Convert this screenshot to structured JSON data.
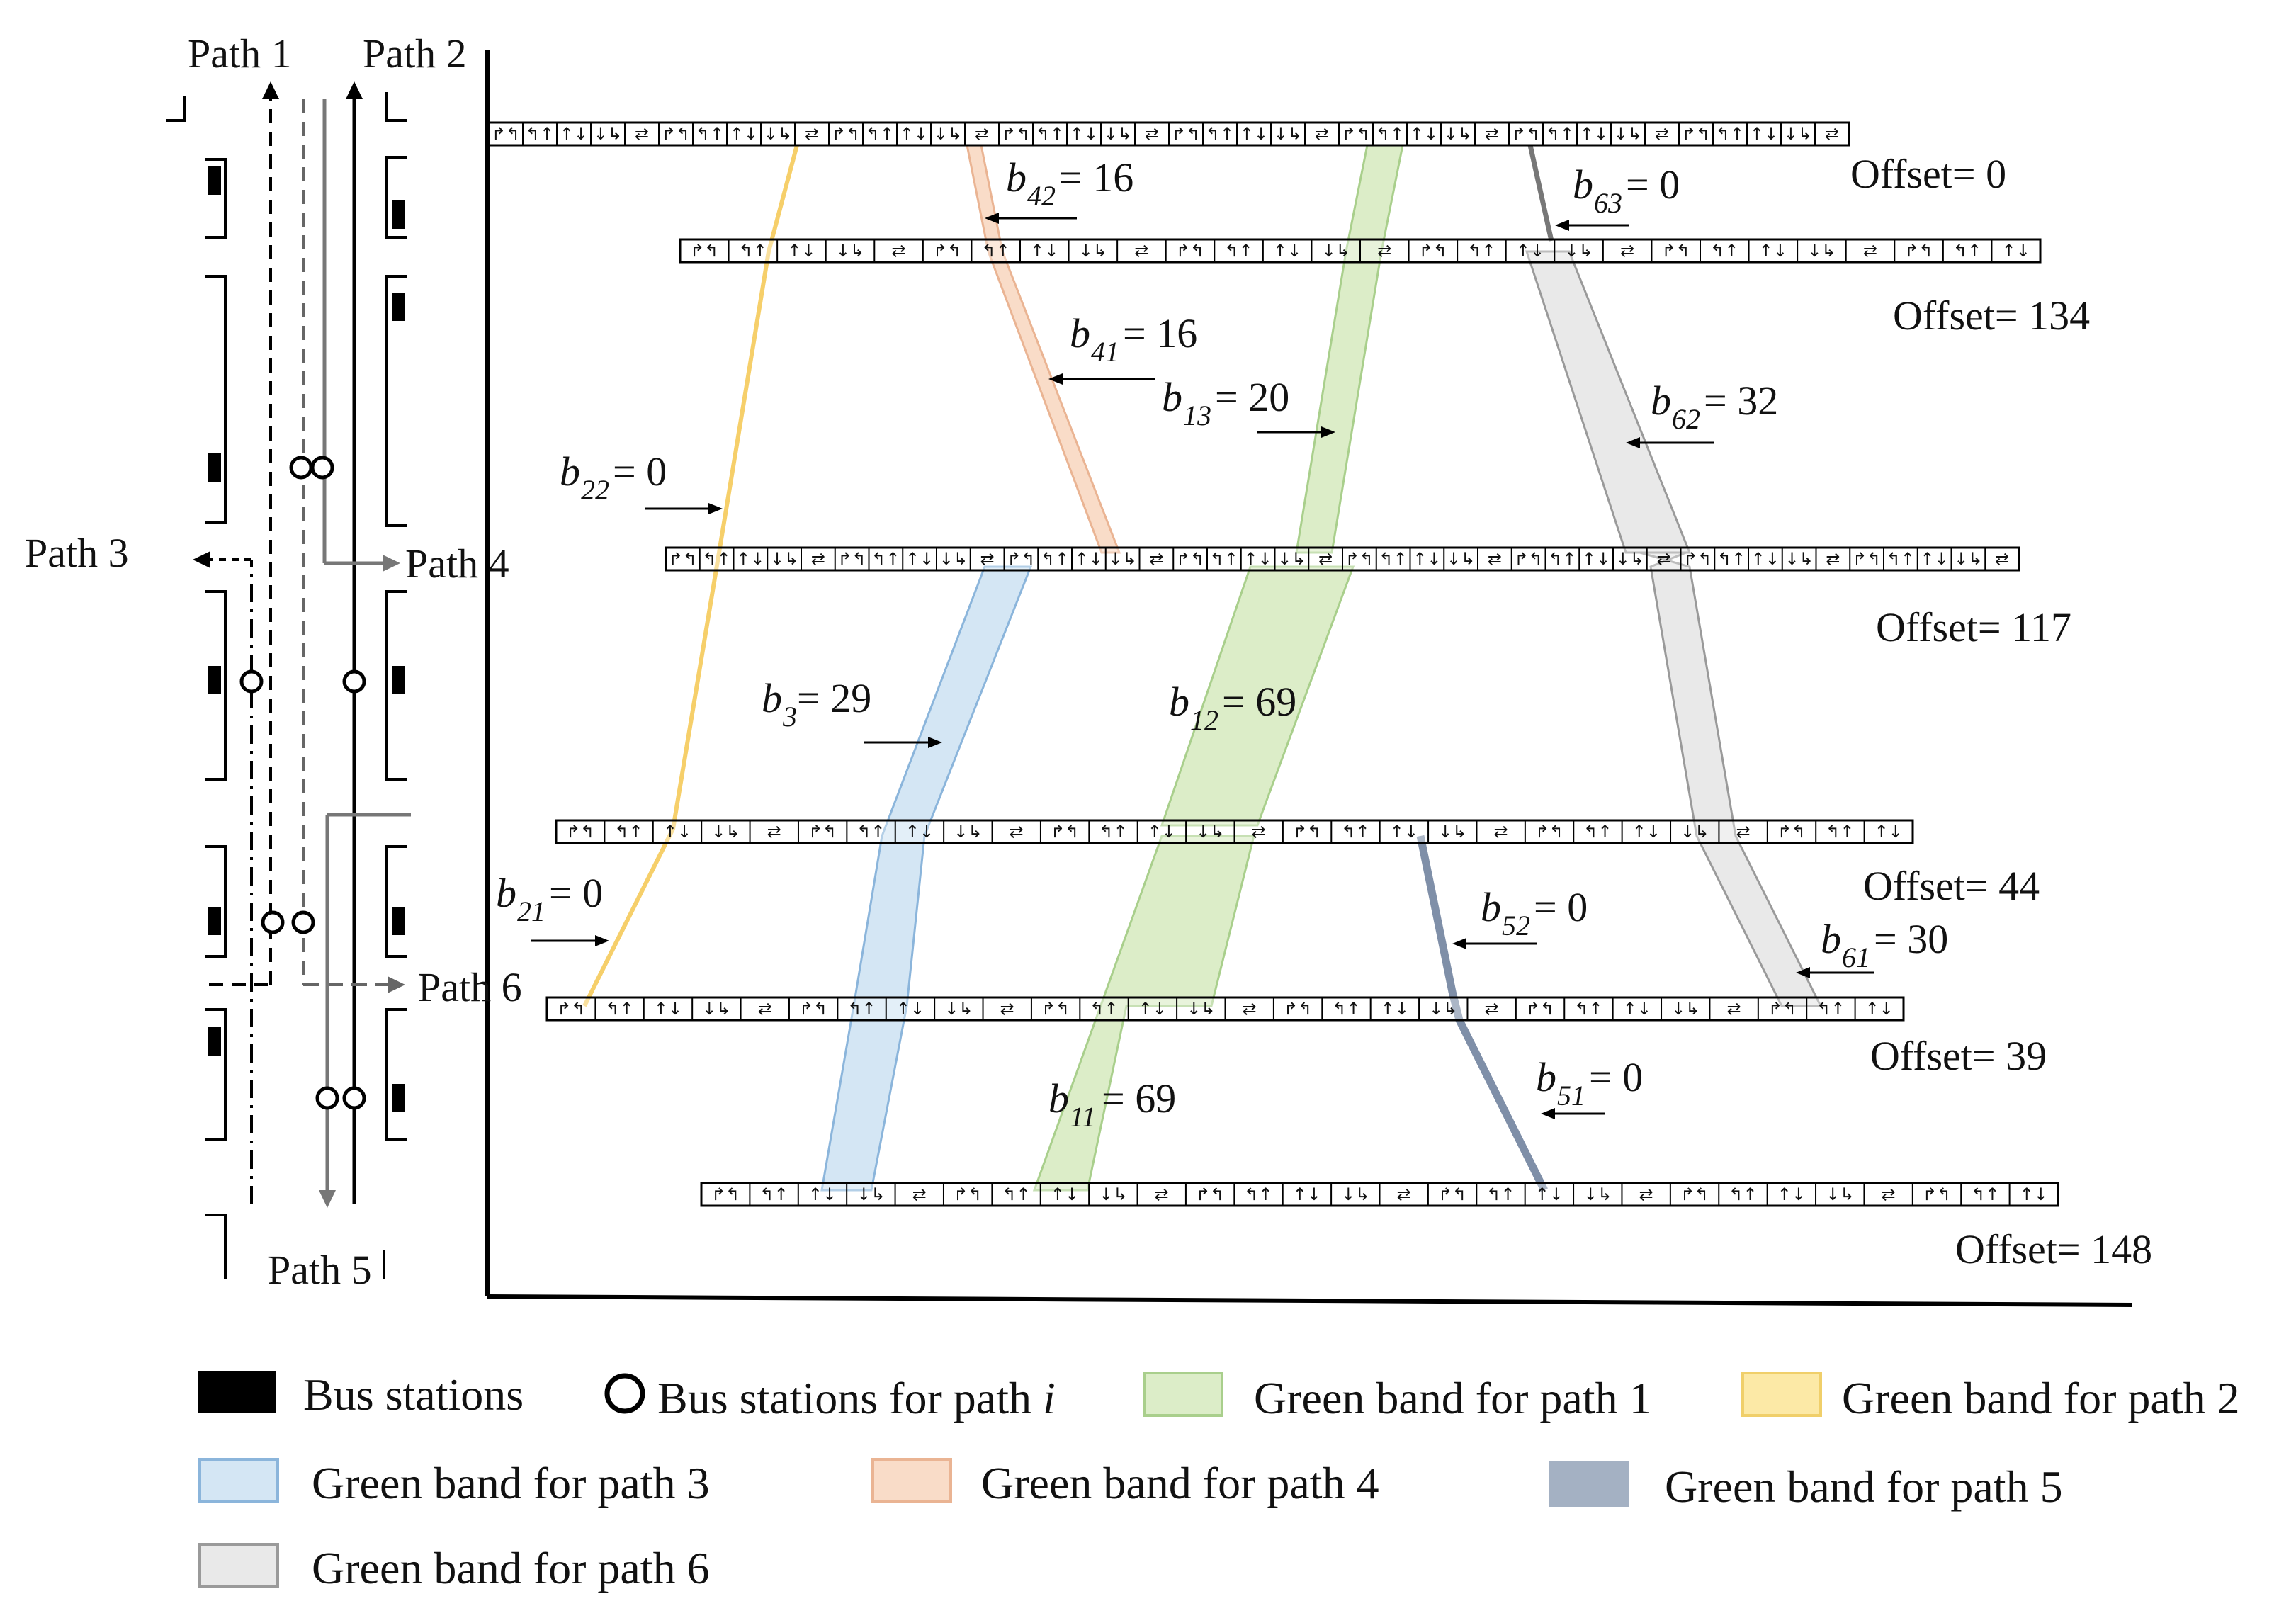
{
  "paths": {
    "p1": "Path 1",
    "p2": "Path 2",
    "p3": "Path 3",
    "p4": "Path 4",
    "p5": "Path 5",
    "p6": "Path 6"
  },
  "offsets": [
    "Offset= 0",
    "Offset= 134",
    "Offset= 117",
    "Offset= 44",
    "Offset= 39",
    "Offset= 148"
  ],
  "bands": {
    "b42": {
      "sym": "b",
      "sub": "42",
      "val": "= 16"
    },
    "b63": {
      "sym": "b",
      "sub": "63",
      "val": "= 0"
    },
    "b41": {
      "sym": "b",
      "sub": "41",
      "val": "= 16"
    },
    "b13": {
      "sym": "b",
      "sub": "13",
      "val": "= 20"
    },
    "b62": {
      "sym": "b",
      "sub": "62",
      "val": "= 32"
    },
    "b22": {
      "sym": "b",
      "sub": "22",
      "val": "= 0"
    },
    "b3": {
      "sym": "b",
      "sub": "3",
      "val": "= 29"
    },
    "b12": {
      "sym": "b",
      "sub": "12",
      "val": "= 69"
    },
    "b21": {
      "sym": "b",
      "sub": "21",
      "val": "= 0"
    },
    "b52": {
      "sym": "b",
      "sub": "52",
      "val": "= 0"
    },
    "b61": {
      "sym": "b",
      "sub": "61",
      "val": "= 30"
    },
    "b51": {
      "sym": "b",
      "sub": "51",
      "val": "= 0"
    },
    "b11": {
      "sym": "b",
      "sub": "11",
      "val": "= 69"
    }
  },
  "legend": {
    "bus_stations": "Bus stations",
    "bus_stations_path": "Bus stations for path ",
    "bus_stations_path_i": "i",
    "gb1": "Green band for path 1",
    "gb2": "Green band for path 2",
    "gb3": "Green band for path 3",
    "gb4": "Green band for path 4",
    "gb5": "Green band for path 5",
    "gb6": "Green band for path 6"
  },
  "colors": {
    "path1": "#dcedc8",
    "path2": "#fce9a6",
    "path3": "#d4e6f4",
    "path4": "#f9dcc8",
    "path5": "#8a9ab0",
    "path6": "#e9e9e9"
  },
  "phase_icons": [
    "through-left",
    "left-through",
    "through-both",
    "through-right",
    "opposed-arrows"
  ]
}
